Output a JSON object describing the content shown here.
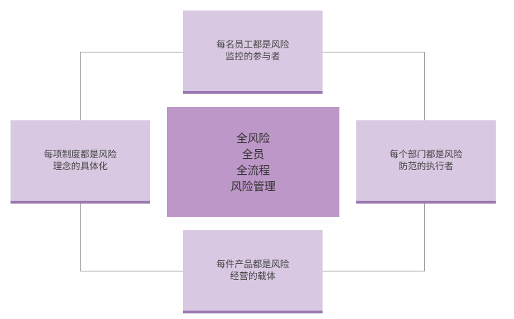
{
  "center": {
    "lines": [
      "全风险",
      "全员",
      "全流程",
      "风险管理"
    ]
  },
  "top": {
    "lines": [
      "每名员工都是风险",
      "监控的参与者"
    ]
  },
  "left": {
    "lines": [
      "每项制度都是风险",
      "理念的具体化"
    ]
  },
  "right": {
    "lines": [
      "每个部门都是风险",
      "防范的执行者"
    ]
  },
  "bottom": {
    "lines": [
      "每件产品都是风险",
      "经营的载体"
    ]
  },
  "colors": {
    "center_fill": "#bd97c8",
    "box_fill": "#d9c8e2",
    "box_border_bottom": "#9a78b0",
    "connector_line": "#9a9a9a"
  }
}
